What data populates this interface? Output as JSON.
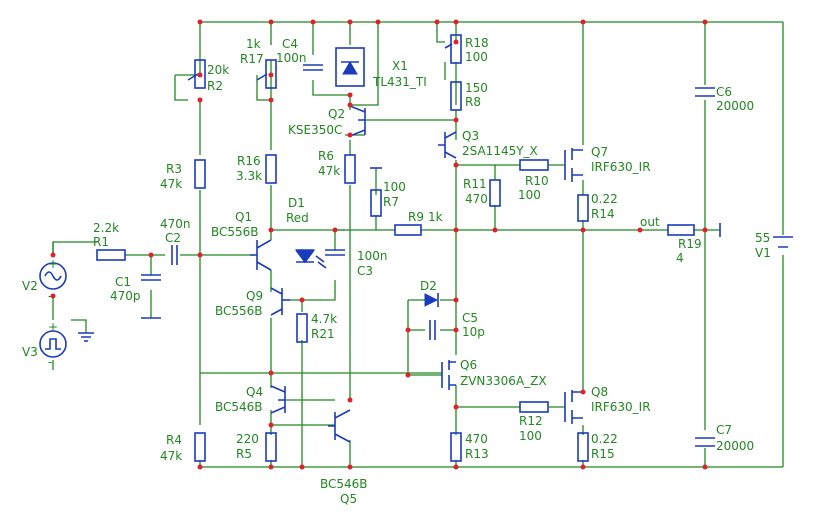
{
  "colors": {
    "wire": "#228822",
    "component": "#1a3bbd",
    "junction": "#e0202a",
    "background": "#ffffff"
  },
  "labels": {
    "R1_val": "2.2k",
    "R1_name": "R1",
    "C2_val": "470n",
    "C2_name": "C2",
    "C1_name": "C1",
    "C1_val": "470p",
    "V2_name": "V2",
    "V3_name": "V3",
    "R2_val": "20k",
    "R2_name": "R2",
    "R17_val": "1k",
    "R17_name": "R17",
    "C4_name": "C4",
    "C4_val": "100n",
    "X1_name": "X1",
    "X1_val": "TL431_TI",
    "R18_name": "R18",
    "R18_val": "100",
    "R8_val": "150",
    "R8_name": "R8",
    "Q2_name": "Q2",
    "Q2_val": "KSE350C",
    "Q3_name": "Q3",
    "Q3_val": "2SA1145Y_X",
    "Q7_name": "Q7",
    "Q7_val": "IRF630_IR",
    "C6_name": "C6",
    "C6_val": "20000",
    "R3_name": "R3",
    "R3_val": "47k",
    "R16_name": "R16",
    "R16_val": "3.3k",
    "R6_name": "R6",
    "R6_val": "47k",
    "R7_val": "100",
    "R7_name": "R7",
    "R11_name": "R11",
    "R11_val": "470",
    "R10_name": "R10",
    "R10_val": "100",
    "R14_val": "0.22",
    "R14_name": "R14",
    "D1_name": "D1",
    "D1_val": "Red",
    "Q1_name": "Q1",
    "Q1_val": "BC556B",
    "R9_name": "R9",
    "R9_val": "1k",
    "out": "out",
    "R19_name": "R19",
    "R19_val": "4",
    "V1_val": "55",
    "V1_name": "V1",
    "C3_val": "100n",
    "C3_name": "C3",
    "Q9_name": "Q9",
    "Q9_val": "BC556B",
    "D2_name": "D2",
    "C5_name": "C5",
    "C5_val": "10p",
    "R21_val": "4.7k",
    "R21_name": "R21",
    "Q6_name": "Q6",
    "Q6_val": "ZVN3306A_ZX",
    "Q4_name": "Q4",
    "Q4_val": "BC546B",
    "Q8_name": "Q8",
    "Q8_val": "IRF630_IR",
    "R12_name": "R12",
    "R12_val": "100",
    "C7_name": "C7",
    "C7_val": "20000",
    "R4_name": "R4",
    "R4_val": "47k",
    "R5_val": "220",
    "R5_name": "R5",
    "R13_val": "470",
    "R13_name": "R13",
    "R15_val": "0.22",
    "R15_name": "R15",
    "Q5_val": "BC546B",
    "Q5_name": "Q5"
  }
}
